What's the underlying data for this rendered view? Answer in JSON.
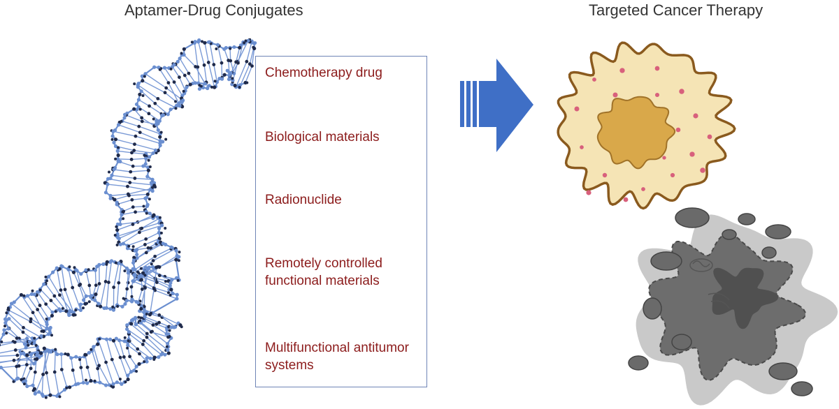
{
  "titles": {
    "left": "Aptamer-Drug Conjugates",
    "right": "Targeted Cancer Therapy"
  },
  "conjugate_types": [
    "Chemotherapy drug",
    "Biological materials",
    "Radionuclide",
    "Remotely controlled functional materials",
    "Multifunctional antitumor systems"
  ],
  "colors": {
    "title_text": "#333333",
    "item_text": "#8c1c1c",
    "box_border": "#6f84b6",
    "arrow_fill": "#3f6fc6",
    "aptamer_atoms": "#6b8fd0",
    "aptamer_dark_atoms": "#1f2a4a",
    "cell_cytoplasm": "#f5e4b5",
    "cell_border": "#8a5a1e",
    "nucleus": "#d9a84a",
    "granules": "#d8607c",
    "apoptotic_cell": "#6a6a6a"
  },
  "icons": {
    "aptamer": "dna-aptamer-icon",
    "arrow": "right-arrow-icon",
    "healthy_cell": "cancer-cell-icon",
    "dead_cell": "apoptotic-cell-icon"
  }
}
